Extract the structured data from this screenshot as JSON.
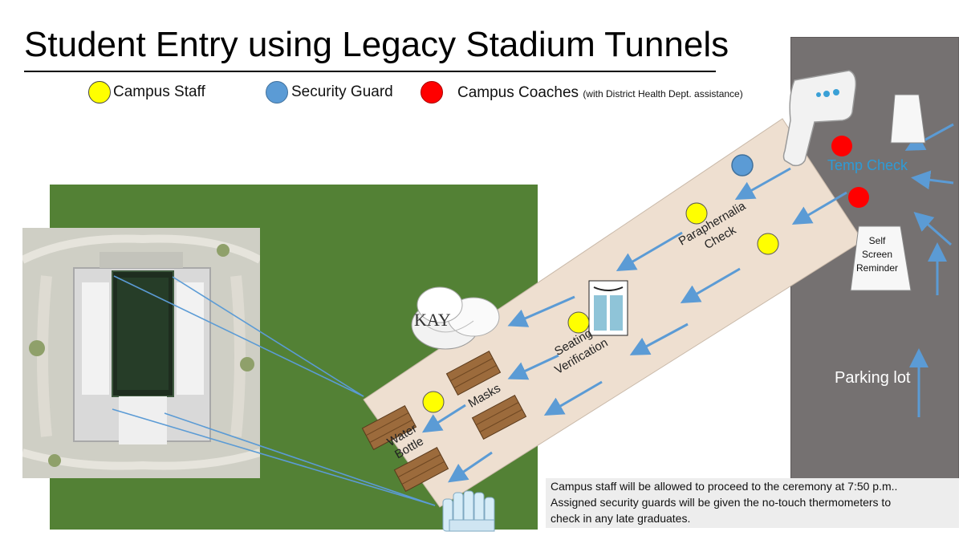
{
  "title": "Student Entry using Legacy Stadium Tunnels",
  "legend": [
    {
      "label": "Campus Staff",
      "color": "#ffff00"
    },
    {
      "label": "Security Guard",
      "color": "#5b9bd5"
    },
    {
      "label": "Campus Coaches",
      "note": "(with District Health Dept. assistance)",
      "color": "#ff0000"
    }
  ],
  "labels": {
    "temp_check": "Temp Check",
    "parking_lot": "Parking lot",
    "self_screen": [
      "Self",
      "Screen",
      "Reminder"
    ],
    "paraphernalia": [
      "Paraphernalia",
      "Check"
    ],
    "seating": [
      "Seating",
      "Verification"
    ],
    "masks": "Masks",
    "water_bottle": [
      "Water",
      "Bottle"
    ],
    "logo": "KAY"
  },
  "note_lines": [
    "Campus staff will be allowed to proceed to the ceremony at 7:50 p.m..",
    "Assigned security guards will be given the no-touch thermometers to",
    "check in any late graduates."
  ],
  "colors": {
    "walkway": "#eedfd0",
    "field": "#538135",
    "parking": "#757171",
    "arrow": "#5b9bd5",
    "table": "#9c6b3c"
  }
}
